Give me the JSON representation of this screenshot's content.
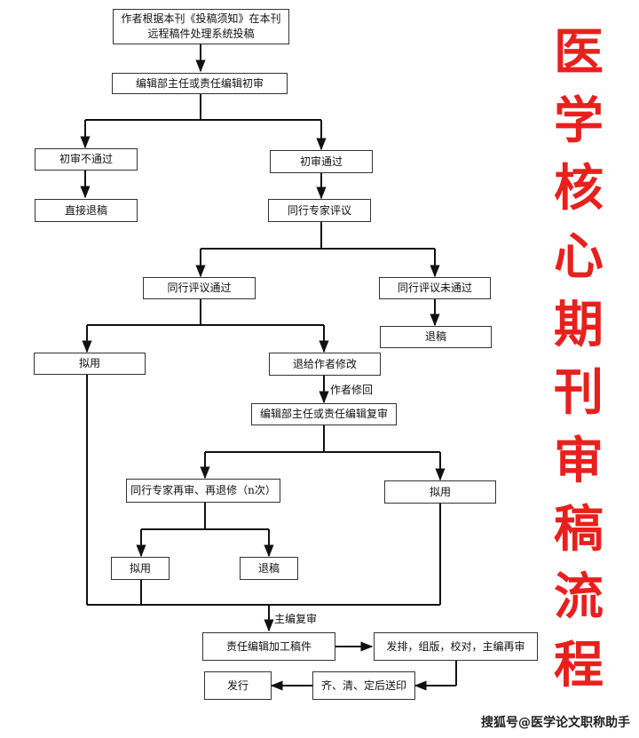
{
  "side_title": [
    "医",
    "学",
    "核",
    "心",
    "期",
    "刊",
    "审",
    "稿",
    "流",
    "程"
  ],
  "watermark": "搜狐号@医学论文职称助手",
  "nodes": {
    "submit": "作者根据本刊《投稿须知》在本刊远程稿件处理系统投稿",
    "initial_review": "编辑部主任或责任编辑初审",
    "initial_fail": "初审不通过",
    "return_direct": "直接退稿",
    "initial_pass": "初审通过",
    "peer_review": "同行专家评议",
    "peer_pass": "同行评议通过",
    "peer_fail": "同行评议未通过",
    "reject_peer": "退稿",
    "accept_1": "拟用",
    "return_revise": "退给作者修改",
    "re_review": "编辑部主任或责任编辑复审",
    "peer_re_review": "同行专家再审、再退修（n次）",
    "accept_2": "拟用",
    "accept_3": "拟用",
    "reject_final": "退稿",
    "editor_process": "责任编辑加工稿件",
    "typeset": "发排，组版，校对，主编再审",
    "print": "齐、清、定后送印",
    "publish": "发行"
  },
  "labels": {
    "author_revise": "作者修回",
    "chief_review": "主编复审"
  }
}
